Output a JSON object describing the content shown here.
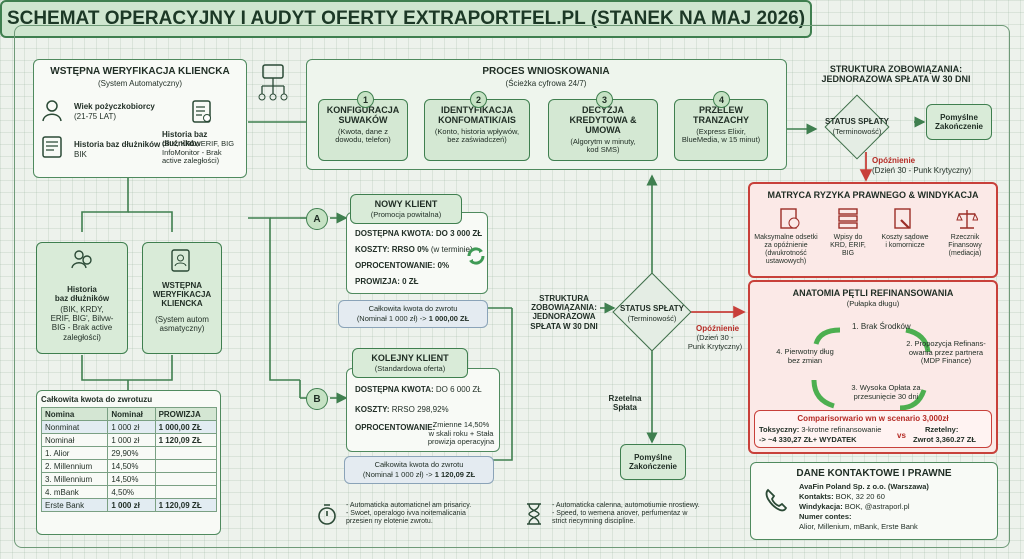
{
  "title": "SCHEMAT OPERACYJNY I AUDYT OFERTY EXTRAPORTFEL.PL (STANEK NA MAJ 2026)",
  "verify": {
    "title": "WSTĘPNA WERYFIKACJA KLIENCKA",
    "subtitle": "(System Automatyczny)",
    "age_title": "Wiek pożyczkobiorcy",
    "age_val": "(21-75 LAT)",
    "bik_title": "Historia baz dłużników",
    "bik_val": "BIK",
    "db_title": "Historia baz dłużników",
    "db_val": "(BIK, KRD, ERIF, BIG\nInfoMonitor - Brak\nactive zaległości)"
  },
  "process": {
    "title": "PROCES WNIOSKOWANIA",
    "subtitle": "(Ścieżka cyfrowa 24/7)",
    "steps": [
      {
        "num": "1",
        "title": "KONFIGURACJA\nSUWAKÓW",
        "desc": "(Kwota, dane z\ndowodu, telefon)"
      },
      {
        "num": "2",
        "title": "IDENTYFIKACJA\nKONFOMATIK/AIS",
        "desc": "(Konto, historia wpływów,\nbez zaświadczeń)"
      },
      {
        "num": "3",
        "title": "DECYZJA\nKREDYTOWA & UMOWA",
        "desc": "(Algorytm w minuty,\nkod SMS)"
      },
      {
        "num": "4",
        "title": "PRZELEW\nTRANZACHY",
        "desc": "(Express Elixir,\nBlueMedia, w 15 minut)"
      }
    ]
  },
  "struct_top": {
    "title": "STRUKTURA ZOBOWIĄZANIA:\nJEDNORAZOWA SPŁATA W 30 DNI"
  },
  "status_top": {
    "title": "STATUS SPŁATY",
    "subtitle": "(Terminowość)"
  },
  "success_top": "Pomyślne\nZakończenie",
  "delay_top": {
    "title": "Opóźnienie",
    "desc": "(Dzień 30 - Punk Krytyczny)"
  },
  "left_db": {
    "title": "Historia\nbaz dłużników",
    "desc": "(BIK, KRDY,\nERIF, BIG', Bilvw-\nBIG - Brak active\nzaległości)"
  },
  "left_verify": {
    "title": "WSTĘPNA\nWERYFIKACJA\nKLIENCKA",
    "desc": "(System autom\nasmatyczny)"
  },
  "table": {
    "title": "Całkowita kwota do zwrotuzu",
    "headers": [
      "Nomina",
      "Nominał",
      "PROWIZJA"
    ],
    "rows": [
      [
        "Nonminat",
        "1 000 zł",
        "1 000,00 ZŁ"
      ],
      [
        "Nominał",
        "1 000 zł",
        "1 120,09 ZŁ"
      ],
      [
        "1. Alior",
        "29,90%",
        ""
      ],
      [
        "2. Millennium",
        "14,50%",
        ""
      ],
      [
        "3. Millennium",
        "14,50%",
        ""
      ],
      [
        "4. mBank",
        "4,50%",
        ""
      ],
      [
        "Erste Bank",
        "1 000 zł",
        "1 120,09 ZŁ"
      ]
    ]
  },
  "branch_a": "A",
  "branch_b": "B",
  "new_client": {
    "title": "NOWY KLIENT",
    "subtitle": "(Promocja powitalna)",
    "l1a": "DOSTĘPNA KWOTA:",
    "l1b": " DO 3 000 ZŁ",
    "l2a": "KOSZTY:",
    "l2b": " RRSO 0%",
    "l2c": " (w terminie)",
    "l3a": "OPROCENTOWANIE:",
    "l3b": " 0%",
    "l4a": "PROWIZJA:",
    "l4b": " 0 ZŁ",
    "total1": "Całkowita kwota do zwrotu",
    "total2": "(Nominał 1 000 zł) -> ",
    "total3": "1 000,00 ZŁ"
  },
  "next_client": {
    "title": "KOLEJNY KLIENT",
    "subtitle": "(Standardowa oferta)",
    "l1a": "DOSTĘPNA KWOTA:",
    "l1b": " DO 6 000 ZŁ",
    "l2a": "KOSZTY:",
    "l2b": " RRSO 298,92%",
    "l3a": "OPROCENTOWANIE:",
    "l3b": "Zmienne 14,50%\nw skali roku + Stała\nprowizja operacyjna",
    "total1": "Całkowita kwota do zwrotu",
    "total2": "(Nominał 1 000 zł) -> ",
    "total3": "1 120,09 ZŁ"
  },
  "struct_mid": "STRUKTURA\nZOBOWIĄZANIA:\nJEDNORAZOWA\nSPŁATA W 30 DNI",
  "status_mid": {
    "title": "STATUS SPŁATY",
    "subtitle": "(Terminowość)"
  },
  "delay_mid": {
    "title": "Opóźnienie",
    "desc": "(Dzień 30 -\nPunk Krytyczny)"
  },
  "ontime": "Rzetelna\nSpłata",
  "success_bottom": "Pomyślne\nZakończenie",
  "matrix": {
    "title": "MATRYCA RYZYKA PRAWNEGO & WINDYKACJA",
    "items": [
      "Maksymalne odsetki\nza opóźnienie\n(dwukrotność\nustawowych)",
      "Wpisy do\nKRD, ERIF,\nBIG",
      "Koszty sądowe\ni komornicze",
      "Rzecznik\nFinansowy\n(mediacja)"
    ]
  },
  "loop": {
    "title": "ANATOMIA PĘTLI REFINANSOWANIA",
    "subtitle": "(Pułapka długu)",
    "s1": "1. Brak Środków",
    "s2": "2. Propozycja Refinans-\nowania przez partnera\n(MDP Finance)",
    "s3": "3. Wysoka Opłata za\nprzesunięcie 30 dni",
    "s4": "4. Pierwotny dług\nbez zmian"
  },
  "compare": {
    "title": "Comparisorwario wn w scenario 3,000zł",
    "toxic_a": "Toksyczny:",
    "toxic_b": " 3-krotne refinansowanie",
    "toxic_c": "-> ~4 330,27 ZŁ+ WYDATEK",
    "vs": "vs",
    "solid_a": "Rzetelny:",
    "solid_b": "Zwrot 3,360.27 ZŁ"
  },
  "contact": {
    "title": "DANE KONTAKTOWE I PRAWNE",
    "company": "AvaFin Poland Sp. z o.o. (Warszawa)",
    "contacts_a": "Kontakts:",
    "contacts_b": " BOK, 32 20 60",
    "collection_a": "Windykacja:",
    "collection_b": " BOK, @astraporl.pl",
    "numbers_a": "Numer contes:",
    "numbers_b": "Alior, Millenium, mBank, Erste Bank"
  },
  "legend": {
    "l1": "- Automaticka automaticnel am prisaricy.\n- Swoet, operalogo ivva noitemalicania\n  przesien ny elotenie zwrotu.",
    "l2": "- Automaticka calenna, automotiumie nrostiewy.\n- Speed, to wemena anover, perfumentaz w\n  strict riecymning discipline."
  },
  "colors": {
    "green": "#3f7f4f",
    "red": "#c8403a",
    "pale": "#d4e8d3"
  }
}
